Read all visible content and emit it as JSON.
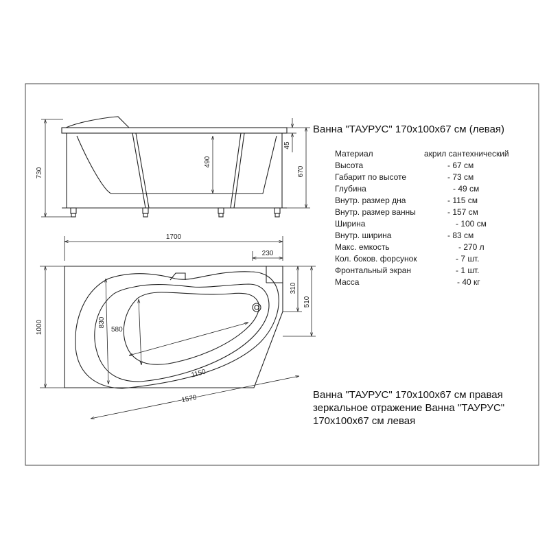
{
  "title": "Ванна \"ТАУРУС\" 170x100x67 см (левая)",
  "specs": [
    {
      "label": "Материал",
      "value": "акрил сантехнический"
    },
    {
      "label": "Высота",
      "value": "- 67 см"
    },
    {
      "label": "Габарит по высоте",
      "value": "- 73 см"
    },
    {
      "label": "Глубина",
      "value": "- 49 см"
    },
    {
      "label": "Внутр. размер дна",
      "value": "- 115 см"
    },
    {
      "label": "Внутр. размер ванны",
      "value": "- 157 см"
    },
    {
      "label": "Ширина",
      "value": "- 100 см"
    },
    {
      "label": "Внутр. ширина",
      "value": "- 83 см"
    },
    {
      "label": "Макс. емкость",
      "value": "- 270 л"
    },
    {
      "label": "Кол. боков. форсунок",
      "value": "- 7 шт."
    },
    {
      "label": "Фронтальный экран",
      "value": "- 1 шт."
    },
    {
      "label": "Масса",
      "value": "- 40 кг"
    }
  ],
  "note": [
    "Ванна \"ТАУРУС\" 170x100x67 см правая",
    "зеркальное отражение Ванна \"ТАУРУС\"",
    "170x100x67 см левая"
  ],
  "dimensions": {
    "height_total": "730",
    "depth": "490",
    "rim": "45",
    "height": "670",
    "length": "1700",
    "corner_cut": "230",
    "offset_310": "310",
    "offset_510": "510",
    "width": "1000",
    "inner_width": "830",
    "bottom_width": "580",
    "bottom_length": "1150",
    "inner_length": "1570"
  }
}
